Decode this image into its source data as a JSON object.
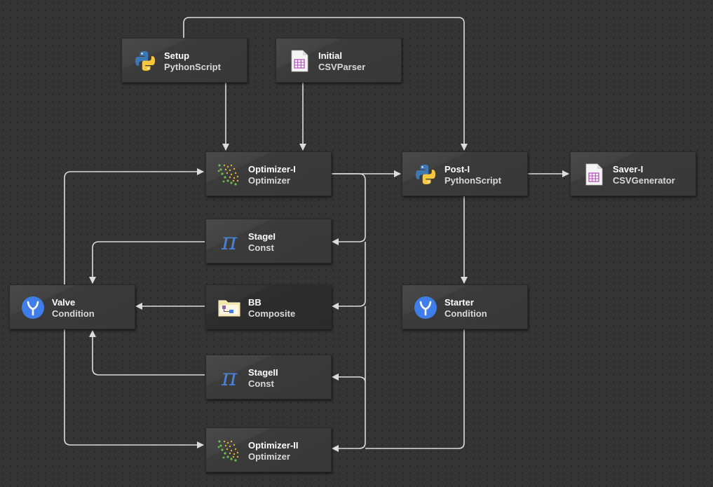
{
  "nodes": [
    {
      "id": "setup",
      "title": "Setup",
      "type": "PythonScript",
      "icon": "python-icon"
    },
    {
      "id": "initial",
      "title": "Initial",
      "type": "CSVParser",
      "icon": "csv-file-icon"
    },
    {
      "id": "optimizer-i",
      "title": "Optimizer-I",
      "type": "Optimizer",
      "icon": "optimizer-dots-icon"
    },
    {
      "id": "post-i",
      "title": "Post-I",
      "type": "PythonScript",
      "icon": "python-icon"
    },
    {
      "id": "saver-i",
      "title": "Saver-I",
      "type": "CSVGenerator",
      "icon": "csv-file-icon"
    },
    {
      "id": "stagei",
      "title": "StageI",
      "type": "Const",
      "icon": "pi-icon"
    },
    {
      "id": "valve",
      "title": "Valve",
      "type": "Condition",
      "icon": "condition-branch-icon"
    },
    {
      "id": "bb",
      "title": "BB",
      "type": "Composite",
      "icon": "composite-folder-icon"
    },
    {
      "id": "starter",
      "title": "Starter",
      "type": "Condition",
      "icon": "condition-branch-icon"
    },
    {
      "id": "stageii",
      "title": "StageII",
      "type": "Const",
      "icon": "pi-icon"
    },
    {
      "id": "optimizer-ii",
      "title": "Optimizer-II",
      "type": "Optimizer",
      "icon": "optimizer-dots-icon"
    }
  ],
  "edges": [
    {
      "from": "setup",
      "to": "optimizer-i"
    },
    {
      "from": "setup",
      "to": "post-i"
    },
    {
      "from": "initial",
      "to": "optimizer-i"
    },
    {
      "from": "optimizer-i",
      "to": "post-i"
    },
    {
      "from": "optimizer-i",
      "to": "stagei"
    },
    {
      "from": "optimizer-i",
      "to": "bb"
    },
    {
      "from": "optimizer-i",
      "to": "stageii"
    },
    {
      "from": "optimizer-i",
      "to": "optimizer-ii"
    },
    {
      "from": "post-i",
      "to": "saver-i"
    },
    {
      "from": "post-i",
      "to": "starter"
    },
    {
      "from": "stagei",
      "to": "valve"
    },
    {
      "from": "bb",
      "to": "valve"
    },
    {
      "from": "stageii",
      "to": "valve"
    },
    {
      "from": "valve",
      "to": "optimizer-i"
    },
    {
      "from": "valve",
      "to": "optimizer-ii"
    },
    {
      "from": "starter",
      "to": "optimizer-ii"
    }
  ],
  "colors": {
    "background": "#343434",
    "edge": "#dcdcdc",
    "condition": "#3f7ee8",
    "pi": "#4a7fd4"
  }
}
